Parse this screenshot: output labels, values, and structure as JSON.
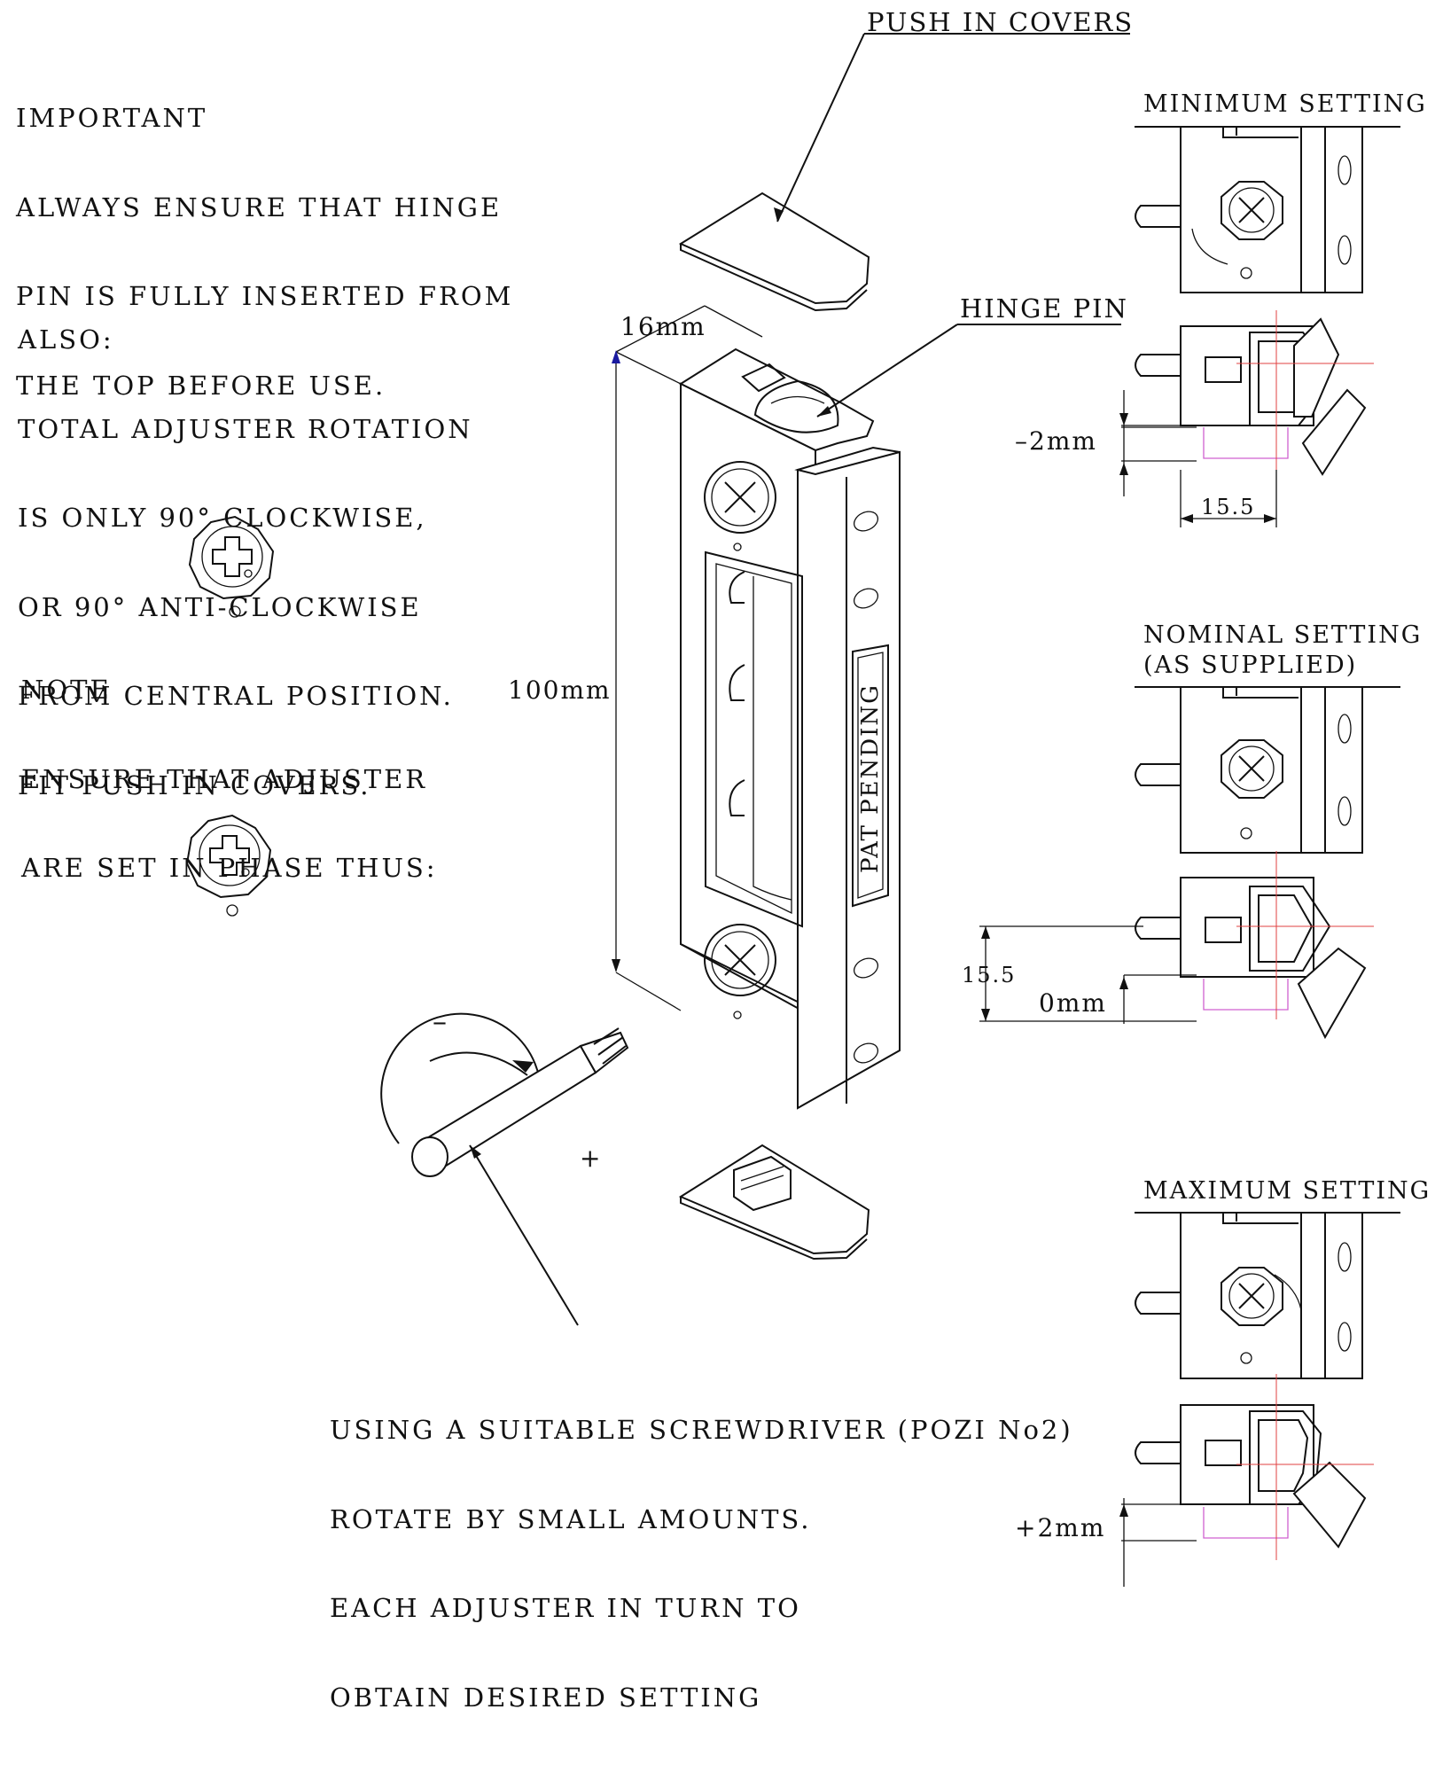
{
  "notes": {
    "important": [
      "IMPORTANT",
      "ALWAYS ENSURE THAT HINGE",
      "PIN IS FULLY INSERTED FROM",
      "THE TOP BEFORE USE."
    ],
    "also": [
      "ALSO:",
      "TOTAL ADJUSTER ROTATION",
      "IS ONLY 90° CLOCKWISE,",
      "OR 90° ANTI-CLOCKWISE",
      "FROM CENTRAL POSITION.",
      "FIT PUSH IN COVERS."
    ],
    "phase": [
      "NOTE",
      "ENSURE THAT ADJUSTER",
      "ARE SET IN PHASE THUS:"
    ],
    "screwdriver": [
      "USING A SUITABLE SCREWDRIVER (POZI No2)",
      "ROTATE BY SMALL AMOUNTS.",
      "EACH ADJUSTER IN TURN TO",
      "OBTAIN DESIRED SETTING"
    ]
  },
  "callouts": {
    "push_in_covers": "PUSH IN COVERS",
    "hinge_pin": "HINGE PIN",
    "pat_pending": "PAT PENDING",
    "width": "16mm",
    "height": "100mm",
    "rotation_minus": "–",
    "rotation_plus": "+"
  },
  "settings": {
    "minimum": {
      "title": "MINIMUM SETTING",
      "offset": "–2mm",
      "dimension": "15.5"
    },
    "nominal": {
      "title_line1": "NOMINAL SETTING",
      "title_line2": "(AS SUPPLIED)",
      "offset": "0mm",
      "dimension": "15.5"
    },
    "maximum": {
      "title": "MAXIMUM SETTING",
      "offset": "+2mm"
    }
  },
  "colors": {
    "ink": "#111111",
    "centerline": "#e04040",
    "ghost_outline": "#d060d0"
  }
}
